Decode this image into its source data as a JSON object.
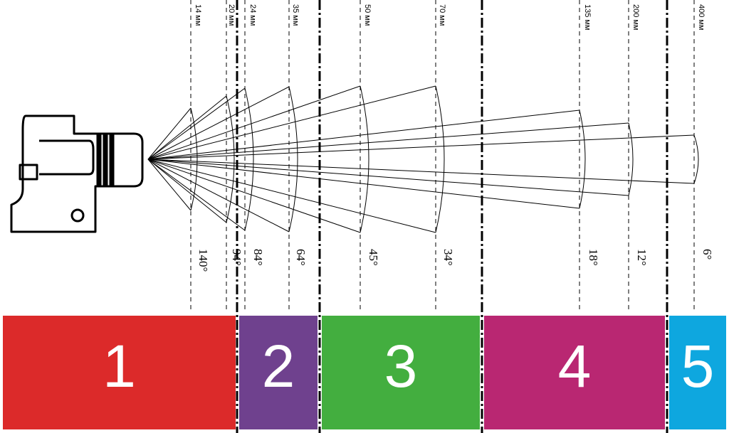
{
  "lenses": [
    {
      "focal": "14 мм",
      "angle": "140°"
    },
    {
      "focal": "20 мм",
      "angle": "94°"
    },
    {
      "focal": "24 мм",
      "angle": "84°"
    },
    {
      "focal": "35 мм",
      "angle": "64°"
    },
    {
      "focal": "50 мм",
      "angle": "45°"
    },
    {
      "focal": "70 мм",
      "angle": "34°"
    },
    {
      "focal": "135 мм",
      "angle": "18°"
    },
    {
      "focal": "200 мм",
      "angle": "12°"
    },
    {
      "focal": "400 мм",
      "angle": "6°"
    }
  ],
  "zones": [
    {
      "label": "1",
      "color": "#dc2a2a"
    },
    {
      "label": "2",
      "color": "#6f418e"
    },
    {
      "label": "3",
      "color": "#43ae3f"
    },
    {
      "label": "4",
      "color": "#b92772"
    },
    {
      "label": "5",
      "color": "#0ea7df"
    }
  ]
}
